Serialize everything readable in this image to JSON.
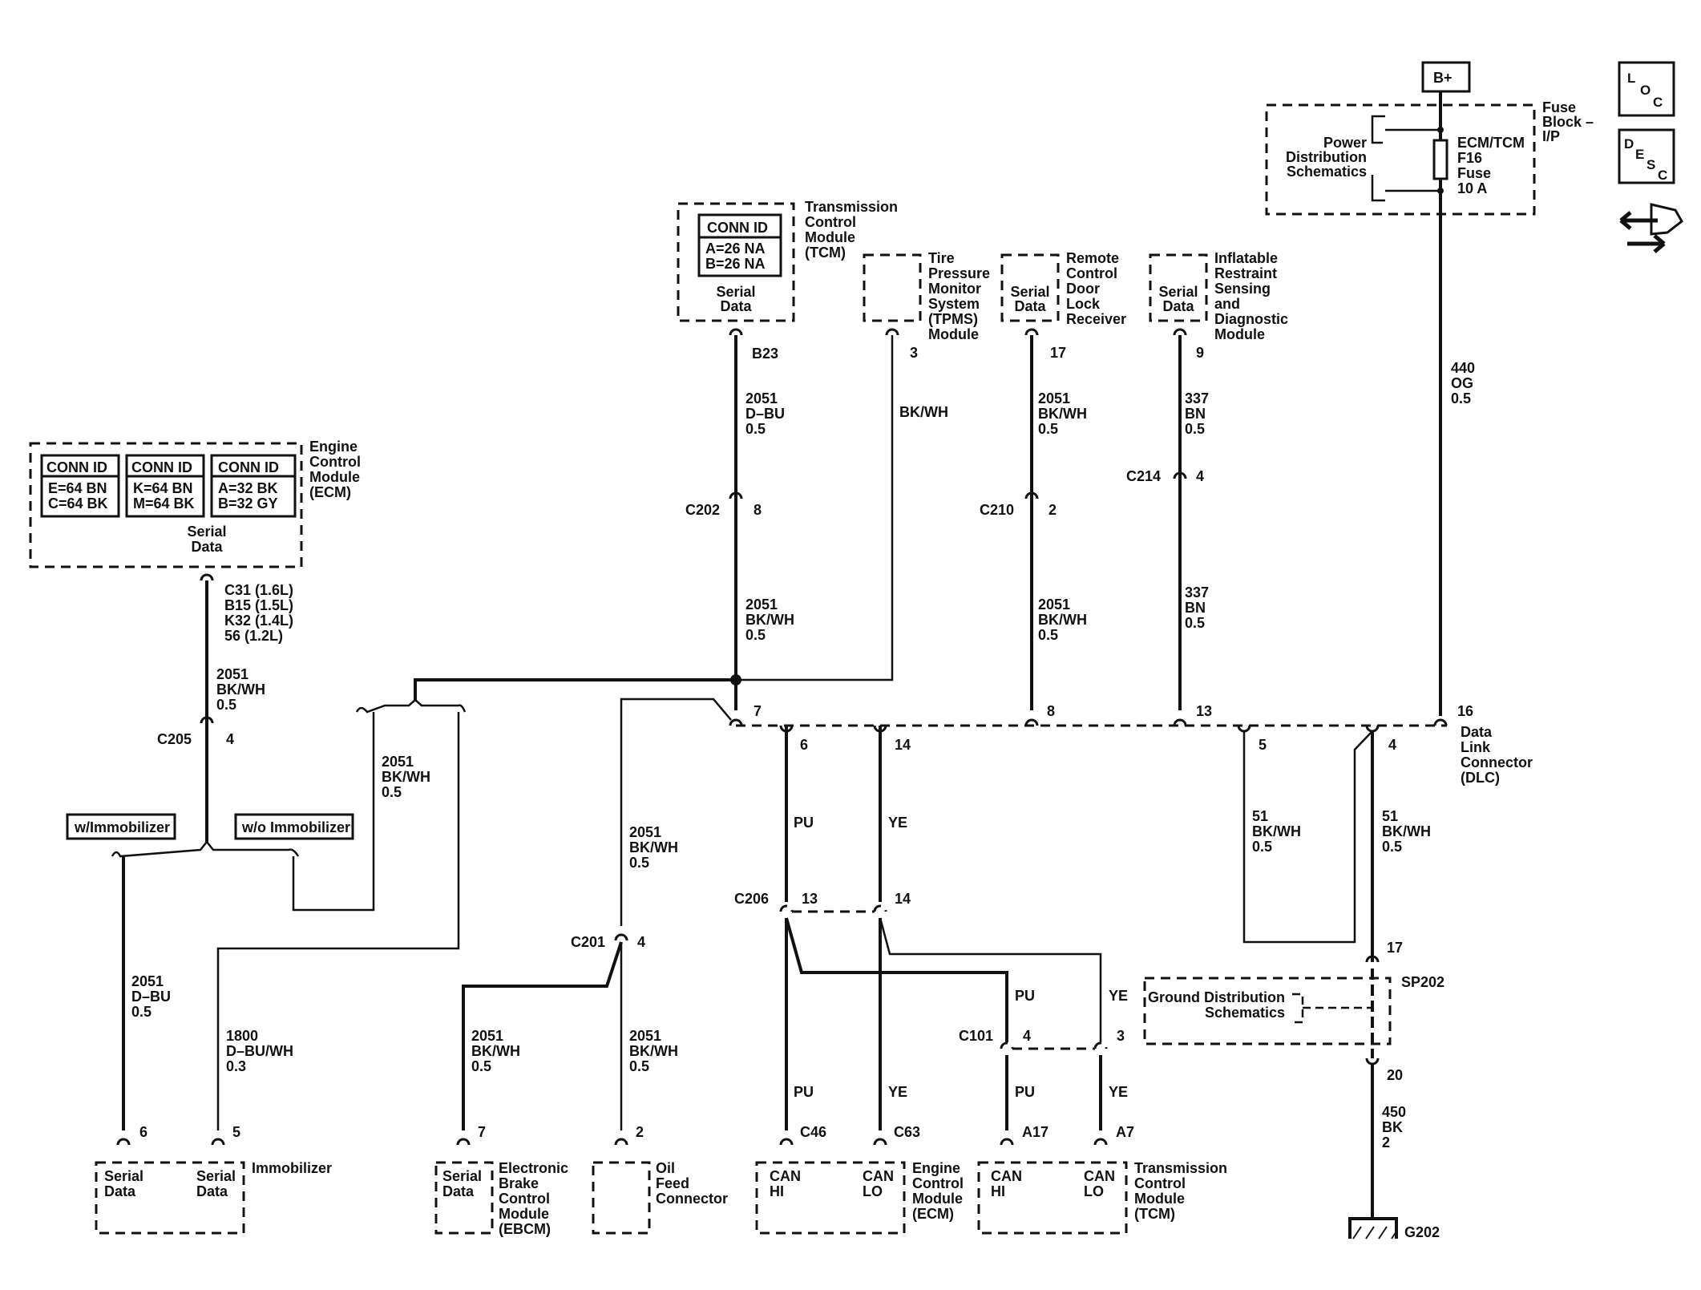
{
  "side_icons": {
    "loc": [
      "L",
      "O",
      "C"
    ],
    "desc": [
      "D",
      "E",
      "S",
      "C"
    ],
    "nav_icon": "back-forward-arrows-icon"
  },
  "bplus": "B+",
  "fuse_block": {
    "title": [
      "Fuse",
      "Block –",
      "I/P"
    ],
    "power_ref": [
      "Power",
      "Distribution",
      "Schematics"
    ],
    "fuse": [
      "ECM/TCM",
      "F16",
      "Fuse",
      "10 A"
    ]
  },
  "dlc_feed_wire": [
    "440",
    "OG",
    "0.5"
  ],
  "tcm_top": {
    "conn_id": "CONN ID",
    "pins": [
      "A=26 NA",
      "B=26 NA"
    ],
    "label": [
      "Serial",
      "Data"
    ],
    "title": [
      "Transmission",
      "Control",
      "Module",
      "(TCM)"
    ],
    "pin": "B23",
    "wire1": [
      "2051",
      "D–BU",
      "0.5"
    ],
    "conn": "C202",
    "conn_pin": "8",
    "wire2": [
      "2051",
      "BK/WH",
      "0.5"
    ]
  },
  "tpms": {
    "title": [
      "Tire",
      "Pressure",
      "Monitor",
      "System",
      "(TPMS)",
      "Module"
    ],
    "pin": "3",
    "wire": "BK/WH"
  },
  "rcdlr": {
    "label": [
      "Serial",
      "Data"
    ],
    "title": [
      "Remote",
      "Control",
      "Door",
      "Lock",
      "Receiver"
    ],
    "pin": "17",
    "wire1": [
      "2051",
      "BK/WH",
      "0.5"
    ],
    "conn": "C210",
    "conn_pin": "2",
    "wire2": [
      "2051",
      "BK/WH",
      "0.5"
    ]
  },
  "sdm": {
    "label": [
      "Serial",
      "Data"
    ],
    "title": [
      "Inflatable",
      "Restraint",
      "Sensing",
      "and",
      "Diagnostic",
      "Module"
    ],
    "pin": "9",
    "wire1": [
      "337",
      "BN",
      "0.5"
    ],
    "conn": "C214",
    "conn_pin": "4",
    "wire2": [
      "337",
      "BN",
      "0.5"
    ]
  },
  "ecm_top": {
    "conn_ids": [
      {
        "head": "CONN ID",
        "pins": [
          "E=64 BN",
          "C=64 BK"
        ]
      },
      {
        "head": "CONN ID",
        "pins": [
          "K=64 BN",
          "M=64 BK"
        ]
      },
      {
        "head": "CONN ID",
        "pins": [
          "A=32 BK",
          "B=32 GY"
        ]
      }
    ],
    "title": [
      "Engine",
      "Control",
      "Module",
      "(ECM)"
    ],
    "label": [
      "Serial",
      "Data"
    ],
    "pins": [
      "C31 (1.6L)",
      "B15 (1.5L)",
      "K32 (1.4L)",
      "56 (1.2L)"
    ],
    "wire": [
      "2051",
      "BK/WH",
      "0.5"
    ],
    "conn": "C205",
    "conn_pin": "4"
  },
  "option_labels": {
    "with": "w/Immobilizer",
    "without": "w/o Immobilizer"
  },
  "left_wires": {
    "wo_immo": [
      "2051",
      "BK/WH",
      "0.5"
    ],
    "immo_a": [
      "2051",
      "D–BU",
      "0.5"
    ],
    "immo_b": [
      "1800",
      "D–BU/WH",
      "0.3"
    ]
  },
  "immobilizer": {
    "title": "Immobilizer",
    "pins": [
      "6",
      "5"
    ],
    "labels": [
      [
        "Serial",
        "Data"
      ],
      [
        "Serial",
        "Data"
      ]
    ]
  },
  "c201": {
    "conn": "C201",
    "pin": "4",
    "wire_up": [
      "2051",
      "BK/WH",
      "0.5"
    ],
    "wire_ebcm": [
      "2051",
      "BK/WH",
      "0.5"
    ],
    "wire_oil": [
      "2051",
      "BK/WH",
      "0.5"
    ]
  },
  "ebcm": {
    "pin": "7",
    "label": [
      "Serial",
      "Data"
    ],
    "title": [
      "Electronic",
      "Brake",
      "Control",
      "Module",
      "(EBCM)"
    ]
  },
  "oil": {
    "pin": "2",
    "title": [
      "Oil",
      "Feed",
      "Connector"
    ]
  },
  "dlc": {
    "title": [
      "Data",
      "Link",
      "Connector",
      "(DLC)"
    ],
    "pins": [
      "7",
      "6",
      "14",
      "8",
      "13",
      "5",
      "4",
      "16"
    ],
    "wire_5": [
      "51",
      "BK/WH",
      "0.5"
    ],
    "wire_4": [
      "51",
      "BK/WH",
      "0.5"
    ]
  },
  "can_wires": {
    "pu": "PU",
    "ye": "YE",
    "c206": "C206",
    "c206_pins": [
      "13",
      "14"
    ],
    "c101": "C101",
    "c101_pins": [
      "4",
      "3"
    ]
  },
  "ecm_bottom": {
    "pins": [
      "C46",
      "C63"
    ],
    "labels": [
      [
        "CAN",
        "HI"
      ],
      [
        "CAN",
        "LO"
      ]
    ],
    "title": [
      "Engine",
      "Control",
      "Module",
      "(ECM)"
    ]
  },
  "tcm_bottom": {
    "pins": [
      "A17",
      "A7"
    ],
    "labels": [
      [
        "CAN",
        "HI"
      ],
      [
        "CAN",
        "LO"
      ]
    ],
    "title": [
      "Transmission",
      "Control",
      "Module",
      "(TCM)"
    ]
  },
  "ground": {
    "sp": "SP202",
    "pin_in": "17",
    "pin_out": "20",
    "ref": [
      "Ground Distribution",
      "Schematics"
    ],
    "wire": [
      "450",
      "BK",
      "2"
    ],
    "g": "G202"
  }
}
